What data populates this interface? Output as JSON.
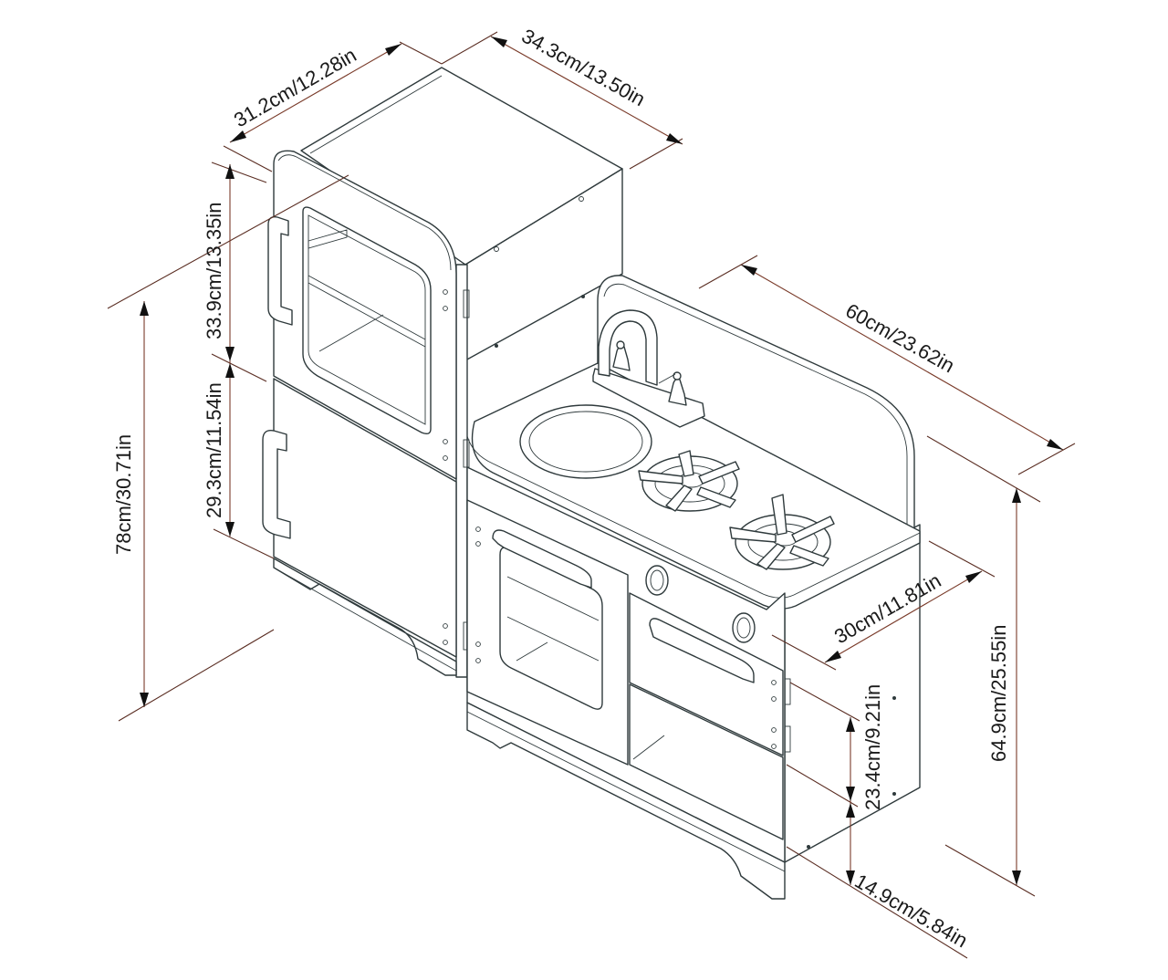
{
  "diagram": {
    "subject": "Toy kitchen with refrigerator, sink, stove and oven",
    "line_color": "#2f3a3c",
    "dimension_line_color": "#7a3b2a",
    "dimensions": {
      "fridge_width": "31.2cm/12.28in",
      "fridge_depth": "34.3cm/13.50in",
      "fridge_upper_height": "33.9cm/13.35in",
      "fridge_lower_height": "29.3cm/11.54in",
      "total_height": "78cm/30.71in",
      "counter_width": "60cm/23.62in",
      "counter_depth": "30cm/11.81in",
      "counter_height": "64.9cm/25.55in",
      "oven_height": "23.4cm/9.21in",
      "base_height": "14.9cm/5.84in"
    }
  }
}
